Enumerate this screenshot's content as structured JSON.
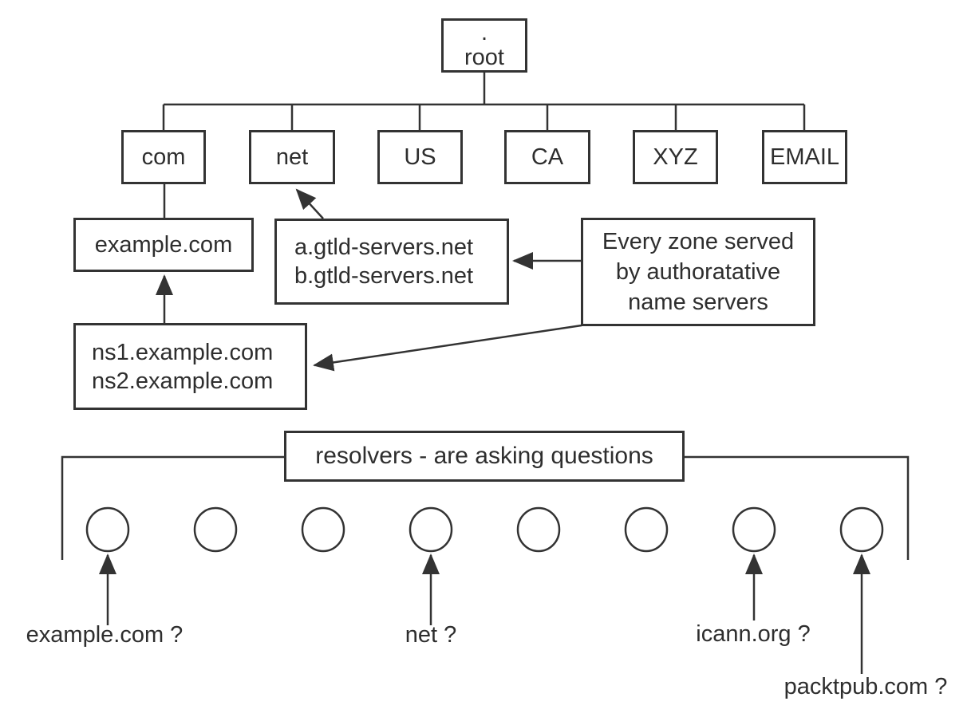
{
  "tree": {
    "root": {
      "dot": ".",
      "label": "root"
    },
    "tlds": [
      "com",
      "net",
      "US",
      "CA",
      "XYZ",
      "EMAIL"
    ]
  },
  "boxes": {
    "example_zone": "example.com",
    "gtld_servers": {
      "line1": "a.gtld-servers.net",
      "line2": "b.gtld-servers.net"
    },
    "zone_note": {
      "line1": "Every zone served",
      "line2": "by authoratative",
      "line3": "name servers"
    },
    "name_servers": {
      "line1": "ns1.example.com",
      "line2": "ns2.example.com"
    },
    "resolvers": "resolvers - are asking questions"
  },
  "queries": {
    "q_example": "example.com ?",
    "q_net": "net ?",
    "q_icann": "icann.org ?",
    "q_packtpub": "packtpub.com ?"
  },
  "resolver_count": 8,
  "colors": {
    "line": "#333333",
    "text": "#2e2e2e",
    "background": "#ffffff"
  }
}
